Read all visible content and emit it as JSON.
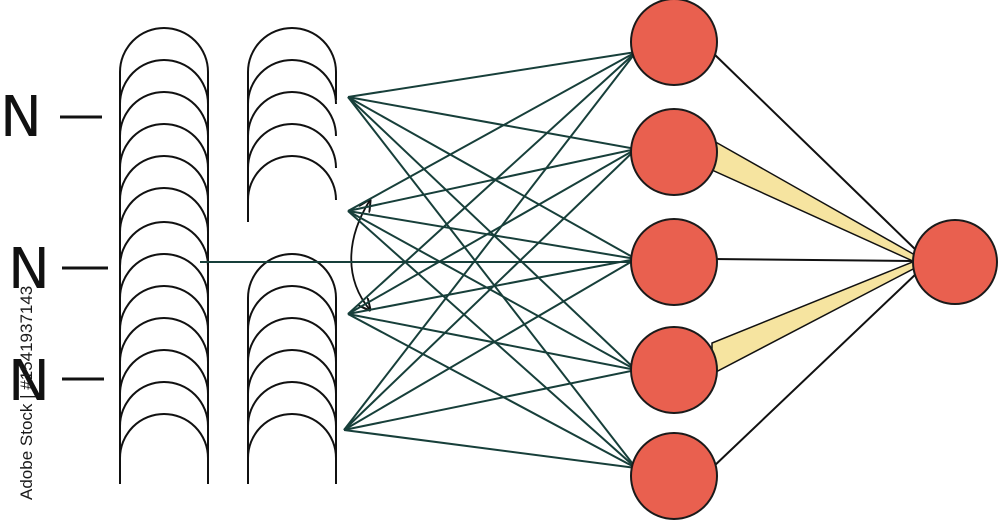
{
  "diagram": {
    "row_labels": [
      "N",
      "N",
      "N"
    ],
    "side_text": "Adobe Stock | #1541937143",
    "colors": {
      "node_fill": "#e9604f",
      "node_stroke": "#1a1a1a",
      "edge": "#173f3a",
      "highlight": "#f6e4a0",
      "line": "#111111"
    }
  }
}
